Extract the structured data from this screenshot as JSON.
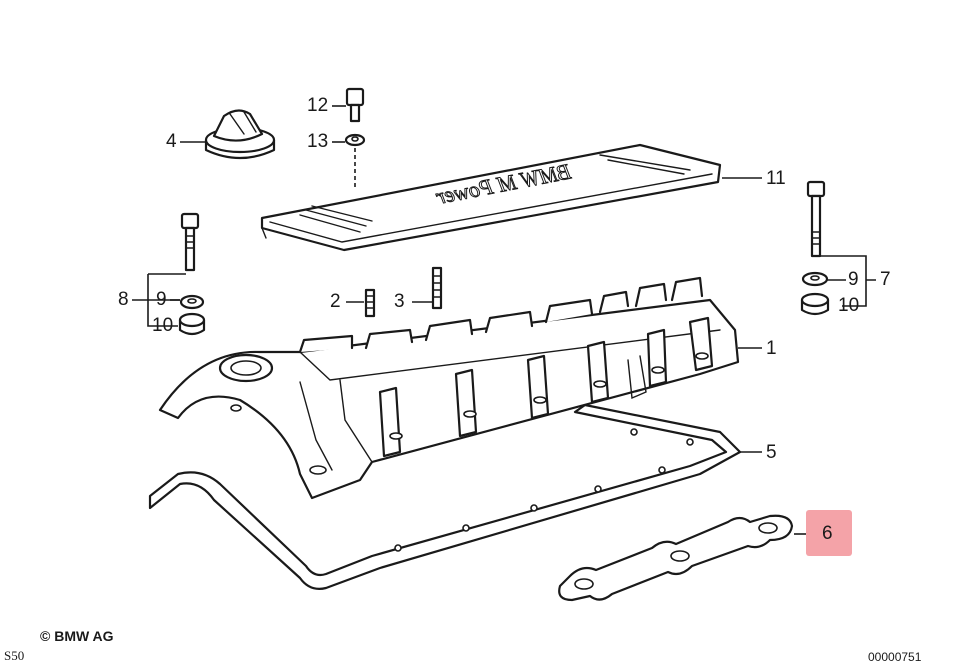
{
  "accent": {
    "highlight": "#f4a3a8"
  },
  "labels": {
    "l1": "1",
    "l2": "2",
    "l3": "3",
    "l4": "4",
    "l5": "5",
    "l6": "6",
    "l7": "7",
    "l8": "8",
    "l9_left": "9",
    "l9_right": "9",
    "l10_left": "10",
    "l10_right": "10",
    "l11": "11",
    "l12": "12",
    "l13": "13"
  },
  "cover_lettering": "BMW M Power",
  "footer": {
    "copyright": "© BMW AG",
    "sheet_code": "S50",
    "drawing_number": "00000751"
  }
}
